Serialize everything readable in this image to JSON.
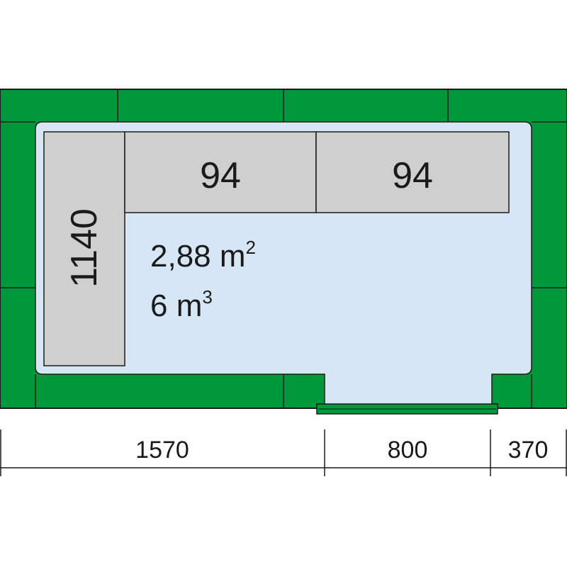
{
  "colors": {
    "wall": "#00983a",
    "wall_line": "#1a1a1a",
    "floor": "#d6e6f5",
    "shelf": "#cfcfcf",
    "text": "#1a1a1a"
  },
  "shelves": {
    "left_label": "1140",
    "top_left_label": "94",
    "top_right_label": "94"
  },
  "room": {
    "area_value": "2,88 m",
    "area_exp": "2",
    "volume_value": "6 m",
    "volume_exp": "3"
  },
  "dimensions": {
    "left": "1570",
    "door": "800",
    "right": "370"
  }
}
